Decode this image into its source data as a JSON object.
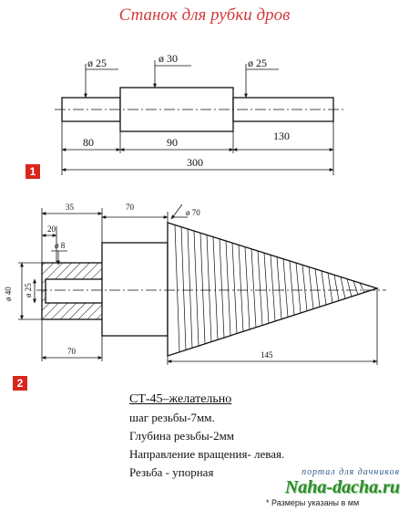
{
  "title": "Станок для рубки дров",
  "figure1": {
    "badge": "1",
    "dims": {
      "d_left": "ø 25",
      "d_mid": "ø 30",
      "d_right": "ø 25",
      "len_left": "80",
      "len_mid": "90",
      "len_right": "130",
      "total": "300"
    }
  },
  "figure2": {
    "badge": "2",
    "dims": {
      "d70": "ø 70",
      "top35": "35",
      "top70": "70",
      "d20": "20",
      "d8": "ø 8",
      "d40": "ø 40",
      "d25": "ø 25",
      "bottom70": "70",
      "len145": "145"
    }
  },
  "notes": {
    "material": "СТ-45–желательно",
    "line1": "шаг резьбы-7мм.",
    "line2": "Глубина резьбы-2мм",
    "line3": "Направление вращения- левая.",
    "line4": "Резьба - упорная"
  },
  "brand": {
    "tagline": "портал для дачников",
    "site": "Naha-dacha.ru"
  },
  "footnote": "* Размеры указаны в мм"
}
